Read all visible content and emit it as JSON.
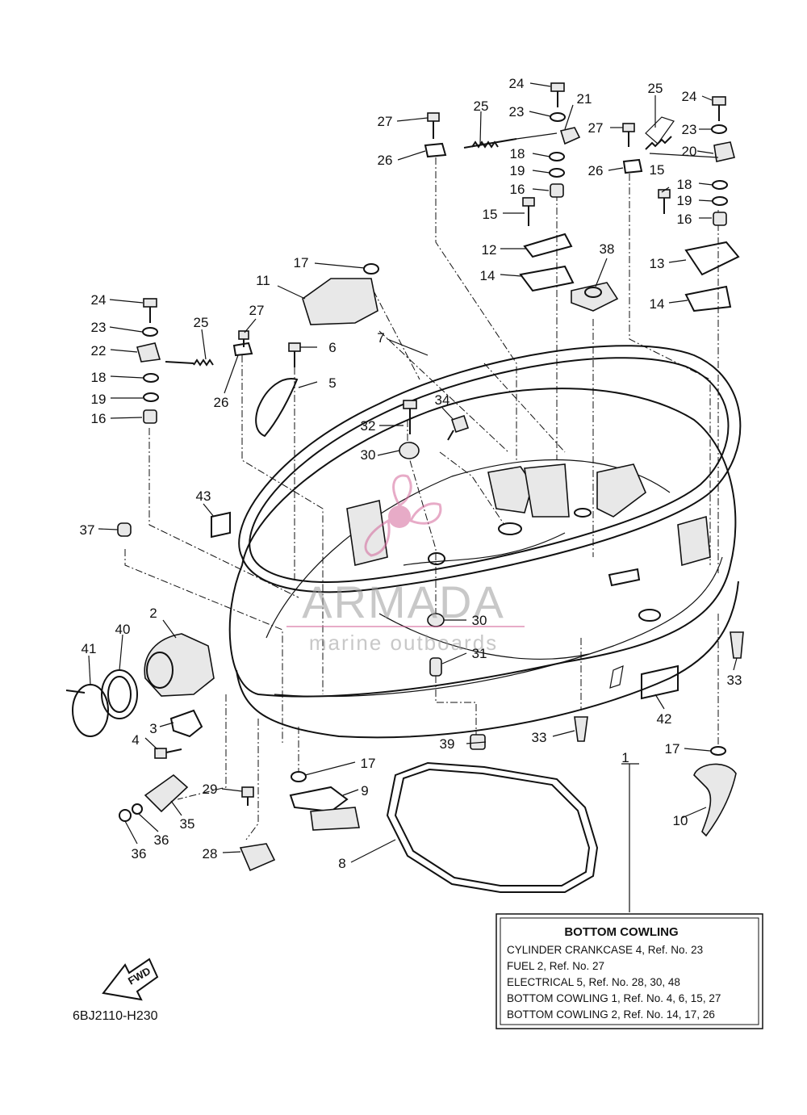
{
  "callouts": [
    "1",
    "2",
    "3",
    "4",
    "5",
    "6",
    "7",
    "8",
    "9",
    "10",
    "11",
    "12",
    "13",
    "14",
    "15",
    "16",
    "17",
    "18",
    "19",
    "20",
    "21",
    "22",
    "23",
    "24",
    "25",
    "26",
    "27",
    "28",
    "29",
    "30",
    "31",
    "32",
    "33",
    "34",
    "35",
    "36",
    "37",
    "38",
    "39",
    "40",
    "41",
    "42",
    "43"
  ],
  "info_box": {
    "title": "BOTTOM COWLING",
    "lines": [
      "CYLINDER CRANKCASE 4,  Ref. No. 23",
      "FUEL 2,  Ref. No. 27",
      "ELECTRICAL 5,  Ref. No. 28, 30, 48",
      "BOTTOM COWLING 1,  Ref. No. 4, 6, 15, 27",
      "BOTTOM COWLING 2,  Ref. No. 14, 17, 26"
    ]
  },
  "fwd_label": "FWD",
  "diagram_code": "6BJ2110-H230",
  "watermark": {
    "main": "ARMADA",
    "sub": "marine outboards",
    "accent_color": "#d4679a"
  }
}
